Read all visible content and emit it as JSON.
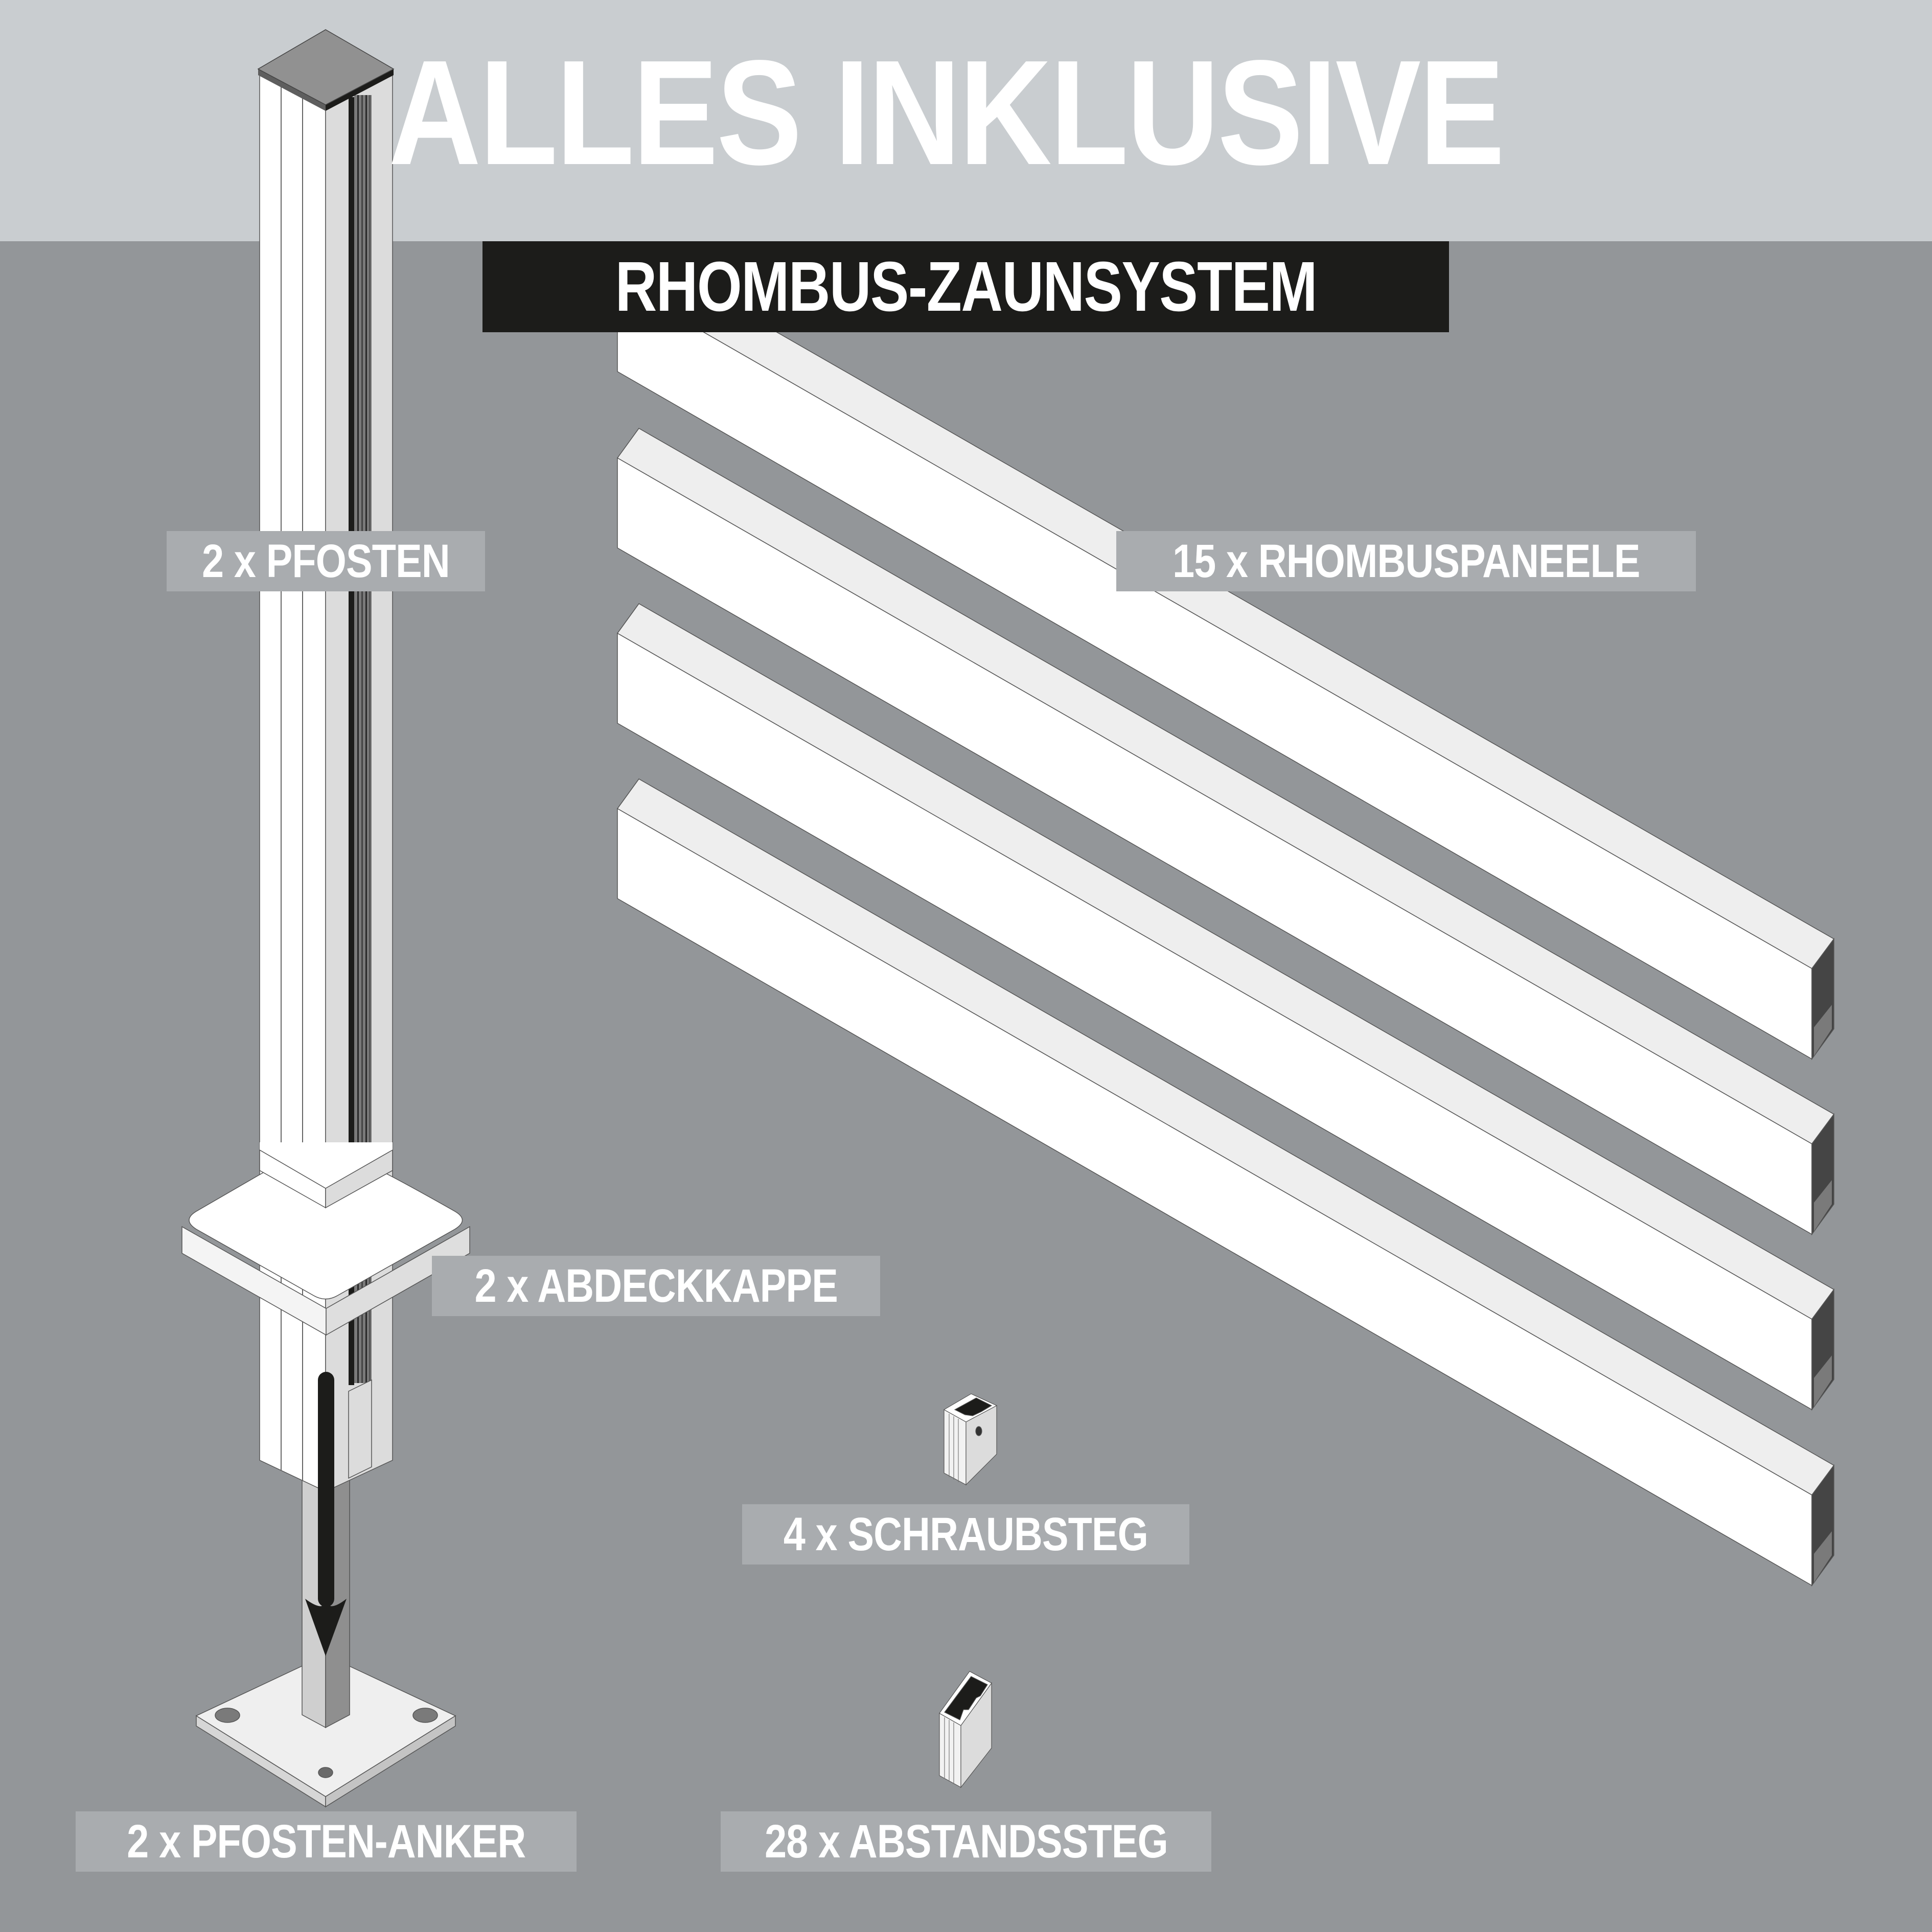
{
  "header": {
    "title": "ALLES INKLUSIVE",
    "subtitle": "RHOMBUS-ZAUNSYSTEM"
  },
  "components": [
    {
      "id": "pfosten",
      "quantity": "2",
      "name": "PFOSTEN",
      "label": "2 x PFOSTEN",
      "icon": "fence-post-icon"
    },
    {
      "id": "rhombuspaneele",
      "quantity": "15",
      "name": "RHOMBUSPANEELE",
      "label": "15 x RHOMBUSPANEELE",
      "icon": "rhombus-panel-icon"
    },
    {
      "id": "abdeckkappe",
      "quantity": "2",
      "name": "ABDECKKAPPE",
      "label": "2 x ABDECKKAPPE",
      "icon": "cover-cap-icon"
    },
    {
      "id": "schraubsteg",
      "quantity": "4",
      "name": "SCHRAUBSTEG",
      "label": "4 x SCHRAUBSTEG",
      "icon": "screw-bar-icon"
    },
    {
      "id": "pfosten-anker",
      "quantity": "2",
      "name": "PFOSTEN-ANKER",
      "label": "2 x PFOSTEN-ANKER",
      "icon": "post-anchor-icon"
    },
    {
      "id": "abstandssteg",
      "quantity": "28",
      "name": "ABSTANDSSTEG",
      "label": "28 x ABSTANDSSTEG",
      "icon": "spacer-bar-icon"
    }
  ],
  "colors": {
    "header_band": "#c9cdd0",
    "background": "#939699",
    "label_box": "#a9acaf",
    "subtitle_box": "#1c1c1a",
    "text": "#ffffff"
  }
}
